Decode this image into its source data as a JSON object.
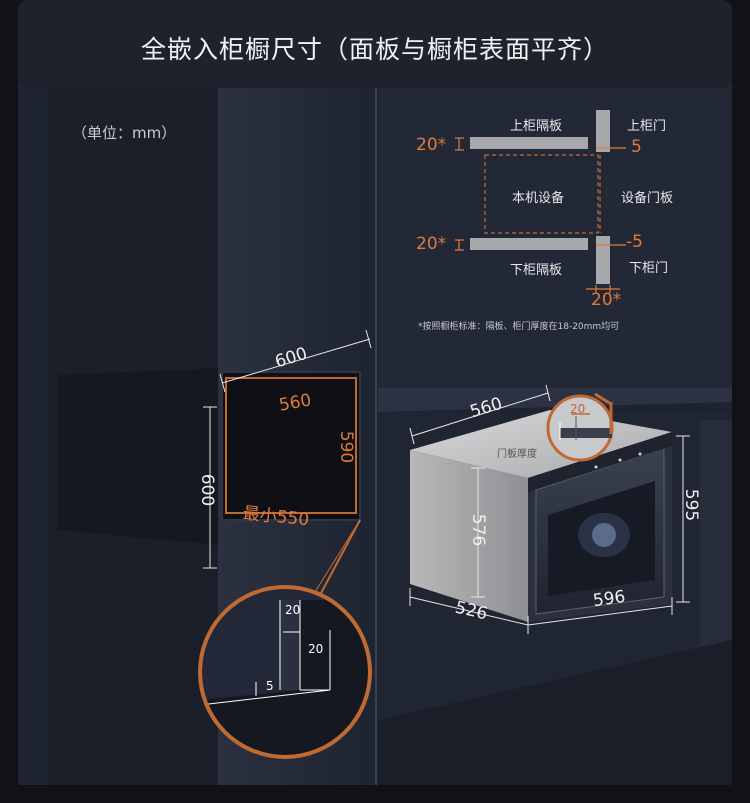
{
  "title": "全嵌入柜橱尺寸（面板与橱柜表面平齐）",
  "unit_note": "（单位：mm）",
  "section_diagram": {
    "upper_shelf": "上柜隔板",
    "upper_door": "上柜门",
    "unit": "本机设备",
    "device_door": "设备门板",
    "lower_shelf": "下柜隔板",
    "lower_door": "下柜门",
    "gap_top": "20*",
    "offset_top": "5",
    "gap_bottom": "20*",
    "offset_bottom": "-5",
    "door_thickness": "20*",
    "footnote": "*按照橱柜标准：隔板、柜门厚度在18-20mm均可"
  },
  "cabinet_opening": {
    "width_outer": "600",
    "width_inner": "560",
    "height_inner": "590",
    "height_outer": "600",
    "min_width": "最小550"
  },
  "detail": {
    "gap_a": "20",
    "gap_b": "20",
    "offset": "5"
  },
  "appliance": {
    "top_width": "560",
    "door_thickness_label": "门板厚度",
    "door_thickness": "20",
    "body_height": "576",
    "front_height": "595",
    "depth": "526",
    "front_width": "596"
  },
  "colors": {
    "accent": "#e07a3b",
    "background": "#1a1e2a"
  }
}
